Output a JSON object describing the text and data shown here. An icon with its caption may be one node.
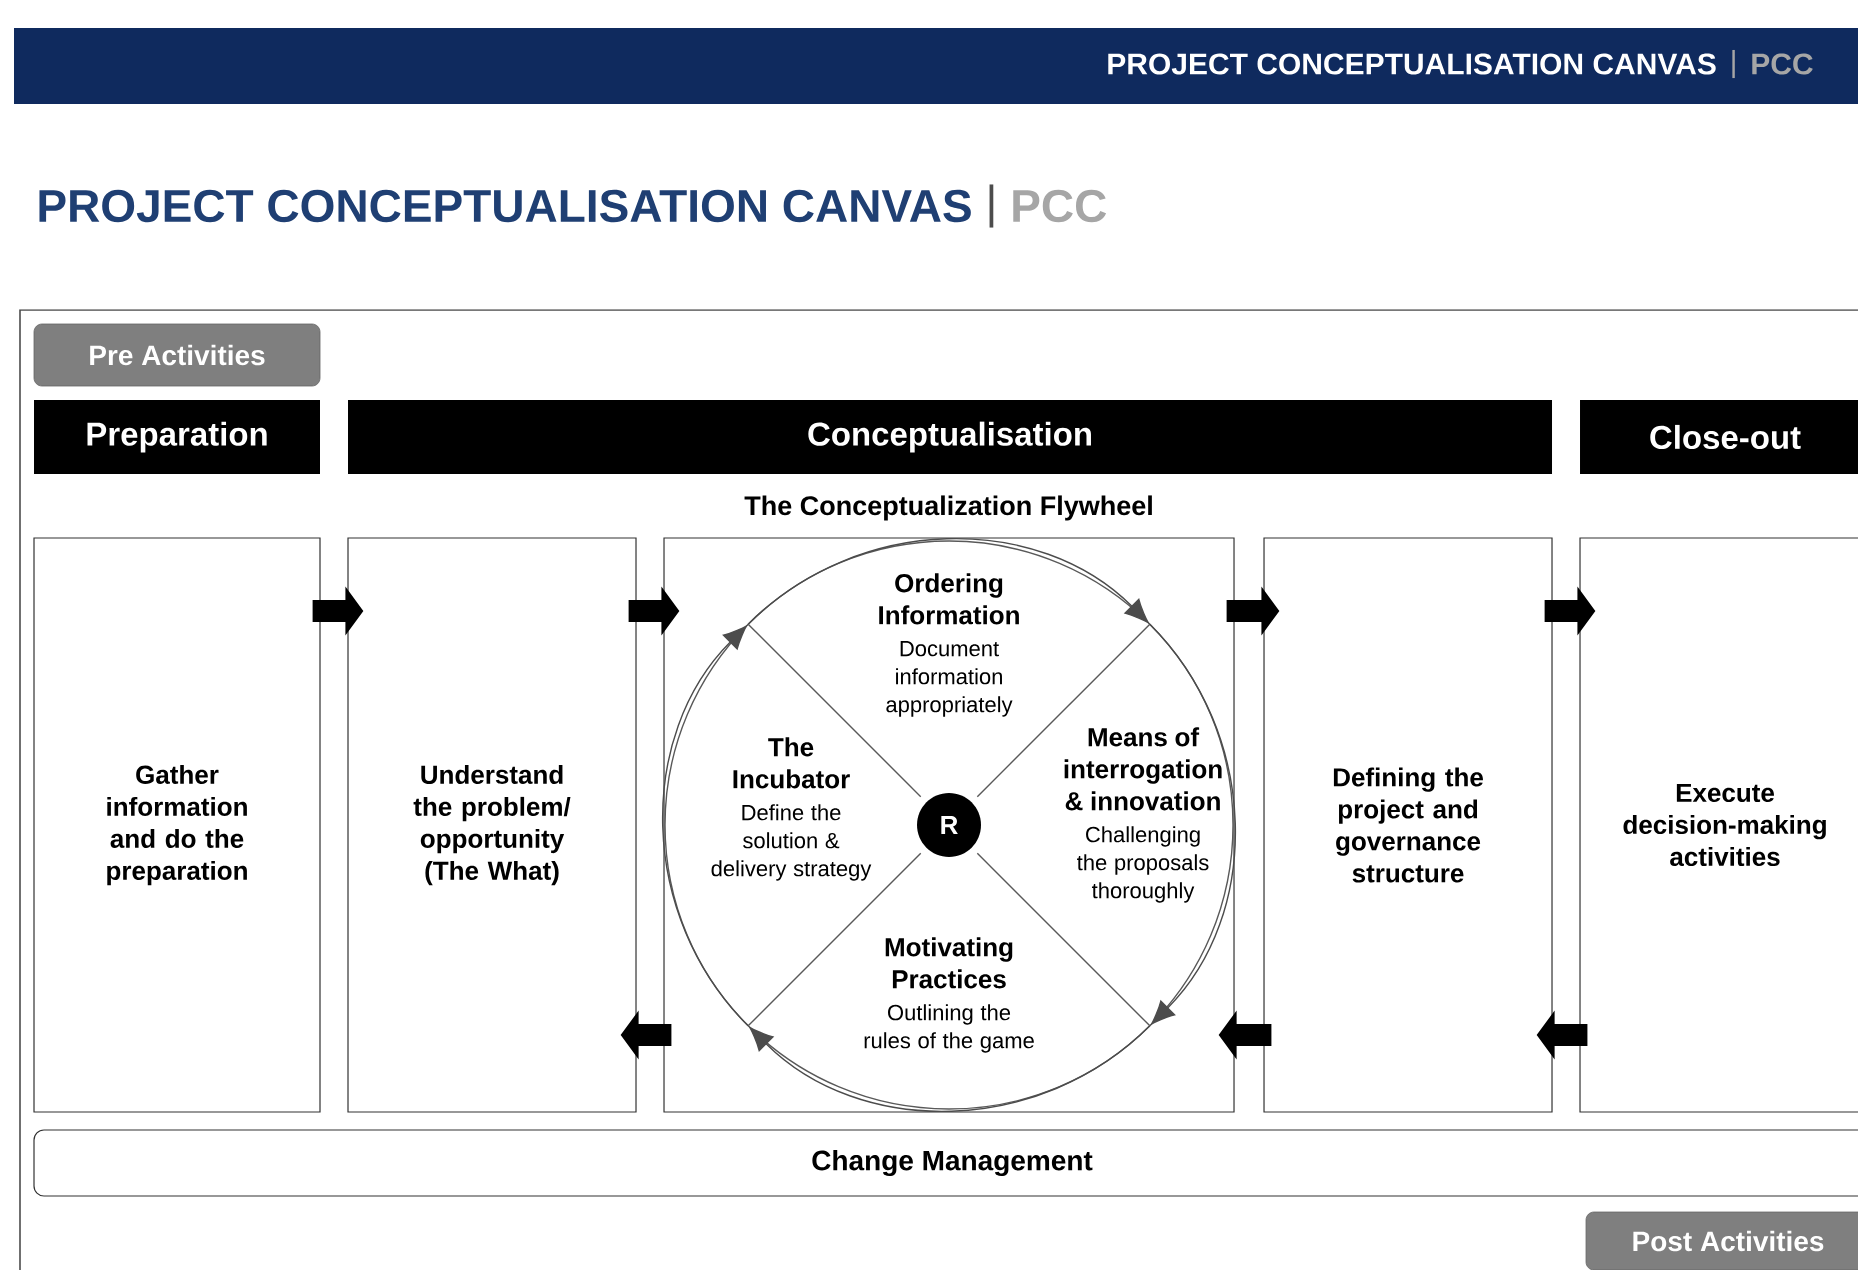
{
  "diagram": {
    "title": "PROJECT CONCEPTUALISATION CANVAS",
    "nodes": [
      {
        "text": [
          "Pre Activities"
        ]
      },
      {
        "text": [
          "Preparation"
        ]
      },
      {
        "text": [
          "Conceptualisation"
        ]
      },
      {
        "text": [
          "Close-out"
        ]
      },
      {
        "text": [
          "Gather information and do the preparation"
        ]
      },
      {
        "text": [
          "Understand the problem/ opportunity (The What)"
        ]
      },
      {
        "text": [
          "The Conceptualization Flywheel"
        ]
      },
      {
        "text": [
          "Ordering Information",
          "Document information appropriately"
        ],
        "in": 6
      },
      {
        "text": [
          "The Incubator",
          "Define the solution & delivery strategy"
        ],
        "in": 6
      },
      {
        "text": [
          "Means of interrogation & innovation",
          "Challenging the proposals thoroughly"
        ],
        "in": 6
      },
      {
        "text": [
          "R"
        ],
        "in": 6
      },
      {
        "text": [
          "Motivating Practices",
          "Outlining the rules of the game"
        ],
        "in": 6
      },
      {
        "text": [
          "Defining the project and governance structure"
        ]
      },
      {
        "text": [
          "Execute decision-making activities"
        ]
      },
      {
        "text": [
          "Change Management"
        ]
      },
      {
        "text": [
          "Post Activities"
        ]
      }
    ],
    "edges": [
      {
        "from": 4,
        "to": 5,
        "arrow": "to"
      },
      {
        "from": 5,
        "to": 6,
        "arrow": "to"
      },
      {
        "from": 6,
        "to": 12,
        "arrow": "to"
      },
      {
        "from": 12,
        "to": 13,
        "arrow": "to"
      },
      {
        "from": 6,
        "to": 5,
        "arrow": "to"
      },
      {
        "from": 12,
        "to": 6,
        "arrow": "to"
      },
      {
        "from": 13,
        "to": 12,
        "arrow": "to"
      }
    ],
    "labels": [
      "PROJECT CONCEPTUALISATION CANVAS",
      "|",
      "PCC",
      "|",
      "PCC"
    ]
  }
}
